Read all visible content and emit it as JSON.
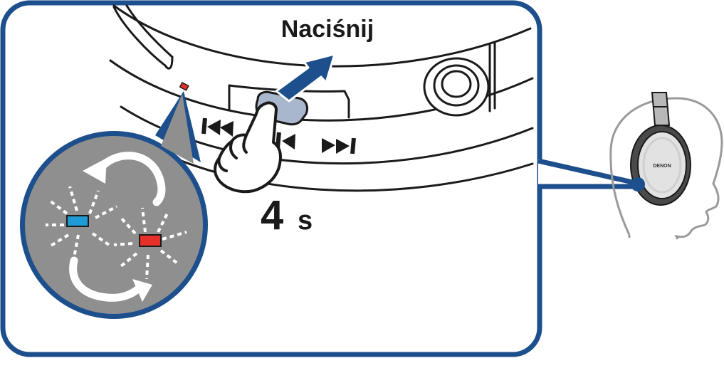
{
  "instruction": {
    "action_text": "Naciśnij",
    "duration_value": "4",
    "duration_unit": "s"
  },
  "headphone": {
    "brand_text": "DENON"
  },
  "led_indicator": {
    "colors": [
      "blue",
      "red"
    ],
    "blue_hex": "#1e9ad6",
    "red_hex": "#e8302a",
    "pattern": "alternating"
  },
  "icons": {
    "previous": "skip-previous-icon",
    "play_pause": "play-pause-icon",
    "next": "skip-next-icon",
    "press_direction": "arrow-up-right-icon",
    "hand": "pointing-finger-icon"
  },
  "colors": {
    "frame": "#1c4f8c",
    "callout_bg": "#8f8f8f",
    "button_fill": "#a9b7cc"
  }
}
